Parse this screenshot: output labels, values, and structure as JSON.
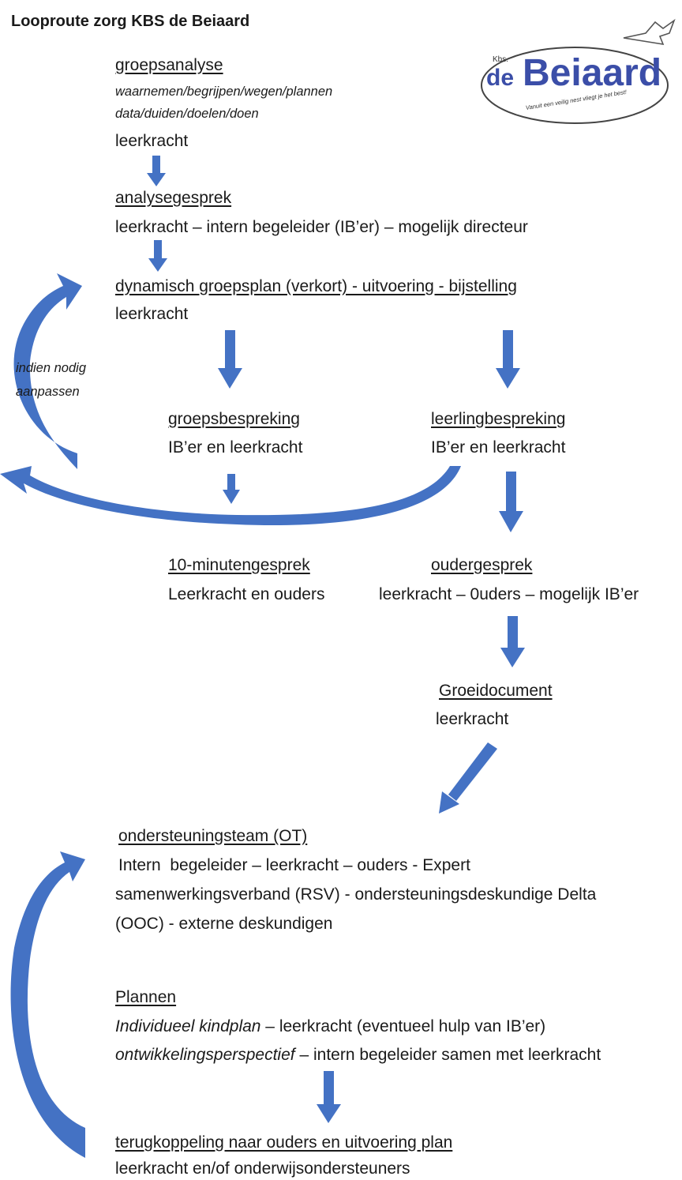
{
  "title": "Looproute zorg KBS de Beiaard",
  "logo": {
    "kbs": "Kbs.",
    "de": "de",
    "name": "Beiaard",
    "tagline": "Vanuit een veilig nest vliegt je het best!"
  },
  "accent": "#4472c4",
  "steps": {
    "groepsanalyse": {
      "heading": "groepsanalyse",
      "line1": "waarnemen/begrijpen/wegen/plannen",
      "line2": "data/duiden/doelen/doen",
      "who": "leerkracht"
    },
    "analysegesprek": {
      "heading": "analysegesprek",
      "who": "leerkracht – intern begeleider (IB’er) – mogelijk directeur"
    },
    "groepsplan": {
      "heading": "dynamisch groepsplan (verkort) - uitvoering - bijstelling",
      "who": "leerkracht"
    },
    "loop_label": {
      "line1": "indien nodig",
      "line2": "aanpassen"
    },
    "groepsbespreking": {
      "heading": "groepsbespreking",
      "who": "IB’er en leerkracht"
    },
    "leerlingbespreking": {
      "heading": "leerlingbespreking",
      "who": "IB’er en leerkracht"
    },
    "tienminuten": {
      "heading": "10-minutengesprek",
      "who": "Leerkracht en ouders"
    },
    "oudergesprek": {
      "heading": "oudergesprek",
      "who": "leerkracht – 0uders – mogelijk IB’er"
    },
    "groeidocument": {
      "heading": "Groeidocument",
      "who": "leerkracht"
    },
    "ot": {
      "heading": "ondersteuningsteam (OT)",
      "line1": "Intern  begeleider – leerkracht – ouders - Expert",
      "line2": "samenwerkingsverband (RSV) - ondersteuningsdeskundige Delta",
      "line3": "(OOC) - externe deskundigen"
    },
    "plannen": {
      "heading": "Plannen",
      "line1_italic": "Individueel kindplan",
      "line1_rest": " – leerkracht (eventueel hulp van IB’er)",
      "line2_italic": "ontwikkelingsperspectief",
      "line2_rest": " – intern begeleider samen met leerkracht"
    },
    "terugkoppeling": {
      "heading": "terugkoppeling naar ouders en uitvoering plan",
      "who": "leerkracht en/of onderwijsondersteuners"
    }
  }
}
